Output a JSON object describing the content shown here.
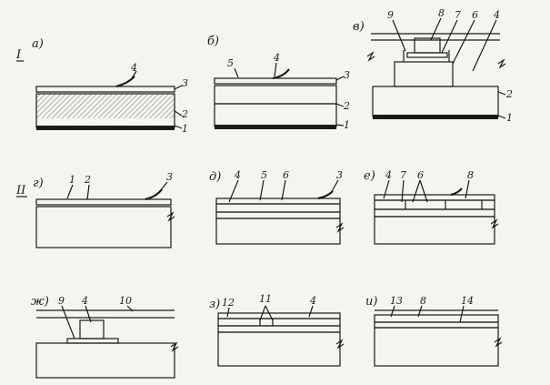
{
  "groups": [
    "I",
    "II"
  ],
  "panels": [
    {
      "letter": "а)",
      "numbers": [
        "4",
        "3",
        "2",
        "1"
      ]
    },
    {
      "letter": "б)",
      "numbers": [
        "5",
        "4",
        "3",
        "2",
        "1"
      ]
    },
    {
      "letter": "в)",
      "numbers": [
        "9",
        "8",
        "7",
        "6",
        "4",
        "2",
        "1"
      ]
    },
    {
      "letter": "г)",
      "numbers": [
        "1",
        "2",
        "3"
      ]
    },
    {
      "letter": "д)",
      "numbers": [
        "4",
        "5",
        "6",
        "3"
      ]
    },
    {
      "letter": "е)",
      "numbers": [
        "4",
        "7",
        "6",
        "8"
      ]
    },
    {
      "letter": "ж)",
      "numbers": [
        "9",
        "4",
        "10"
      ]
    },
    {
      "letter": "з)",
      "numbers": [
        "12",
        "11",
        "4"
      ]
    },
    {
      "letter": "и)",
      "numbers": [
        "13",
        "8",
        "14"
      ]
    }
  ],
  "colors": {
    "ink": "#1a1a1a",
    "paper": "#f4f4f1"
  }
}
